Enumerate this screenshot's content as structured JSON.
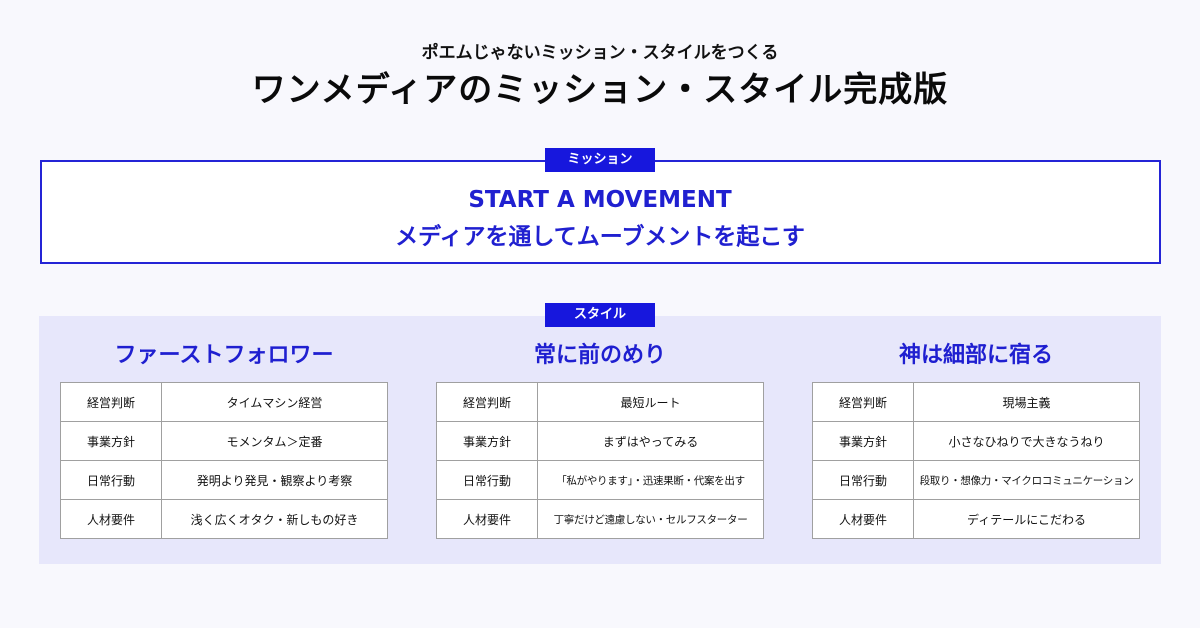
{
  "header": {
    "subtitle": "ポエムじゃないミッション・スタイルをつくる",
    "title": "ワンメディアのミッション・スタイル完成版"
  },
  "mission": {
    "tag": "ミッション",
    "line1": "START A MOVEMENT",
    "line2": "メディアを通してムーブメントを起こす"
  },
  "style": {
    "tag": "スタイル",
    "columns": [
      {
        "title": "ファーストフォロワー",
        "rows": [
          {
            "key": "経営判断",
            "value": "タイムマシン経営"
          },
          {
            "key": "事業方針",
            "value": "モメンタム＞定番"
          },
          {
            "key": "日常行動",
            "value": "発明より発見・観察より考察"
          },
          {
            "key": "人材要件",
            "value": "浅く広くオタク・新しもの好き"
          }
        ]
      },
      {
        "title": "常に前のめり",
        "rows": [
          {
            "key": "経営判断",
            "value": "最短ルート"
          },
          {
            "key": "事業方針",
            "value": "まずはやってみる"
          },
          {
            "key": "日常行動",
            "value": "「私がやります」・迅速果断・代案を出す"
          },
          {
            "key": "人材要件",
            "value": "丁寧だけど遠慮しない・セルフスターター"
          }
        ]
      },
      {
        "title": "神は細部に宿る",
        "rows": [
          {
            "key": "経営判断",
            "value": "現場主義"
          },
          {
            "key": "事業方針",
            "value": "小さなひねりで大きなうねり"
          },
          {
            "key": "日常行動",
            "value": "段取り・想像力・マイクロコミュニケーション"
          },
          {
            "key": "人材要件",
            "value": "ディテールにこだわる"
          }
        ]
      }
    ]
  }
}
